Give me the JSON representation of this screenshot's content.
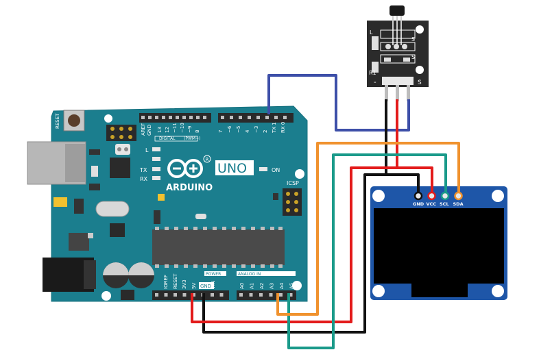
{
  "arduino": {
    "reset_label": "RESET",
    "aref_label": "AREF",
    "gnd_label": "GND",
    "digital_pins": [
      "13",
      "12",
      "~11",
      "~10",
      "~9",
      "8",
      "7",
      "~6",
      "~5",
      "4",
      "~3",
      "2",
      "TX 1",
      "RX 0"
    ],
    "digital_label": "DIGITAL",
    "pwm_label": "(PWM~)",
    "l_label": "L",
    "tx_label": "TX",
    "rx_label": "RX",
    "brand": "ARDUINO",
    "model": "UNO",
    "registered": "R",
    "on_label": "ON",
    "icsp_label": "ICSP",
    "power_label": "POWER",
    "power_pins": [
      "IOREF",
      "RESET",
      "3V3",
      "5V",
      "GND",
      "VIN"
    ],
    "analog_label": "ANALOG IN",
    "analog_pins": [
      "A0",
      "A1",
      "A2",
      "A3",
      "A4",
      "A5"
    ],
    "board_color": "#1b7e8e"
  },
  "sensor": {
    "pins_right": [
      "S"
    ],
    "side_labels": [
      "L",
      "S",
      "R1"
    ],
    "bottom_left": "-",
    "bottom_right": "S",
    "module_color": "#2b2b2b"
  },
  "oled": {
    "pins": [
      "GND",
      "VCC",
      "SCL",
      "SDA"
    ],
    "board_color": "#1e56a8"
  },
  "wire_colors": {
    "gnd": "#111111",
    "vcc": "#e31b1b",
    "scl": "#1a9a8a",
    "sda": "#f0922e",
    "signal": "#3d4fa8"
  }
}
